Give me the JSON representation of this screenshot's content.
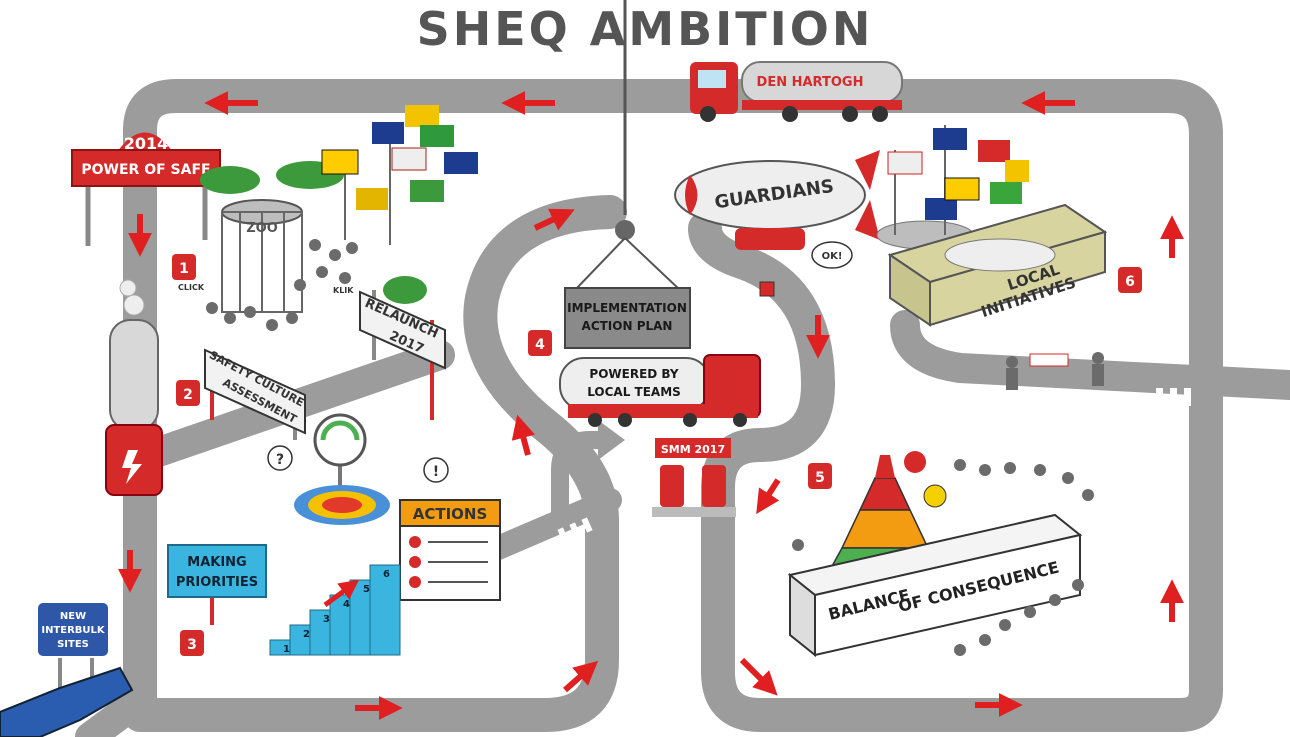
{
  "title": "SHEQ AMBITION",
  "truck": {
    "brand": "DEN HARTOGH"
  },
  "signs": {
    "power_year": "2014",
    "power_text": "POWER OF SAFE",
    "relaunch_1": "RELAUNCH",
    "relaunch_2": "2017",
    "safety_1": "SAFETY CULTURE",
    "safety_2": "ASSESSMENT",
    "making_1": "MAKING",
    "making_2": "PRIORITIES",
    "actions": "ACTIONS",
    "interbulk_1": "NEW",
    "interbulk_2": "INTERBULK",
    "interbulk_3": "SITES",
    "container_1": "IMPLEMENTATION",
    "container_2": "ACTION PLAN",
    "tank_1": "POWERED BY",
    "tank_2": "LOCAL TEAMS",
    "smm": "SMM 2017",
    "guardians": "GUARDIANS",
    "ok": "OK!",
    "balance": "BALANCE",
    "consequence": "OF CONSEQUENCE",
    "local_1": "LOCAL",
    "local_2": "INITIATIVES",
    "zoo": "ZOO",
    "click": "CLICK",
    "klik": "KLIK"
  },
  "steps": [
    "1",
    "2",
    "3",
    "4",
    "5",
    "6"
  ],
  "stairs": [
    "1",
    "2",
    "3",
    "4",
    "5",
    "6"
  ],
  "colors": {
    "road": "#9c9c9c",
    "arrow": "#e02020",
    "sign_red": "#d42a2a",
    "sign_blue": "#2f57a8",
    "sign_cyan": "#3ab5e0",
    "title": "#555555"
  }
}
